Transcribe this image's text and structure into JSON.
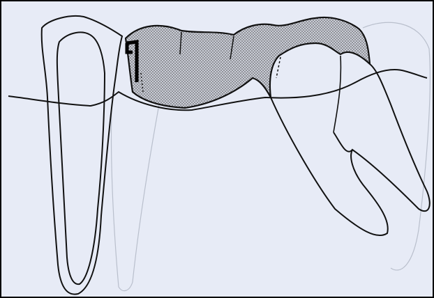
{
  "figure": {
    "kind": "dental bridge cross-section illustration",
    "colors": {
      "paper": "#e7ebf6",
      "line": "#111111",
      "stipple": "#444444",
      "stipple_fill": "#c9ccd6",
      "faint_line": "#b9bfcc",
      "border": "#000000"
    },
    "parts": [
      "anterior-abutment-tooth",
      "bridge-pontic",
      "posterior-molar-abutment",
      "gum-line",
      "attachment-clasp",
      "faint-adjacent-tooth",
      "faint-distal-tooth"
    ]
  }
}
